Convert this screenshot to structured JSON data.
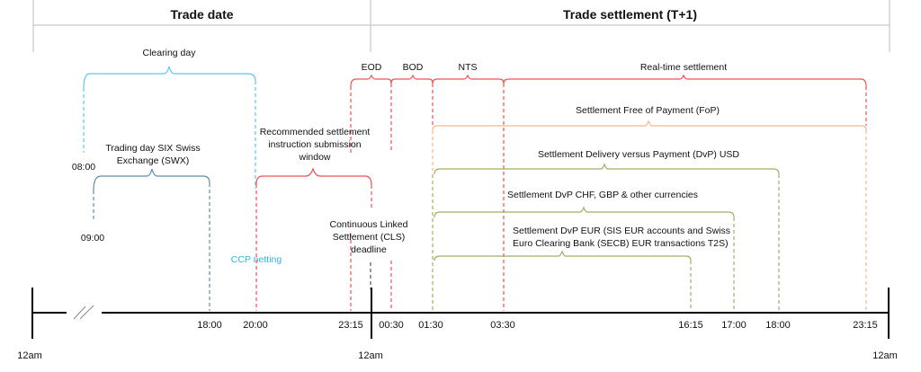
{
  "headers": {
    "trade_date": "Trade date",
    "trade_settlement": "Trade settlement (T+1)"
  },
  "colors": {
    "clearing": "#5bc8ec",
    "swx": "#5b8fa0",
    "red": "#f05050",
    "fop": "#f8b88a",
    "dvp": "#a0b060",
    "axis": "#000000",
    "grid": "#c8c8c8"
  },
  "periods": {
    "clearing_day": {
      "label": "Clearing day",
      "start": "08:00"
    },
    "trading_day": {
      "label_1": "Trading day SIX Swiss",
      "label_2": "Exchange (SWX)",
      "start": "09:00",
      "end": "18:00"
    },
    "recommended_window": {
      "label_1": "Recommended settlement",
      "label_2": "instruction submission",
      "label_3": "window",
      "start": "20:00",
      "end": "23:15"
    },
    "eod": {
      "label": "EOD"
    },
    "bod": {
      "label": "BOD"
    },
    "nts": {
      "label": "NTS"
    },
    "real_time": {
      "label": "Real-time settlement"
    },
    "fop": {
      "label": "Settlement Free of Payment (FoP)"
    },
    "dvp_usd": {
      "label": "Settlement Delivery versus Payment (DvP) USD"
    },
    "dvp_chf": {
      "label": "Settlement DvP CHF, GBP & other currencies"
    },
    "dvp_eur": {
      "label_1": "Settlement DvP EUR (SIS EUR accounts and Swiss",
      "label_2": "Euro Clearing Bank (SECB) EUR transactions T2S)"
    }
  },
  "events": {
    "ccp_netting": "CCP netting",
    "cls_1": "Continuous Linked",
    "cls_2": "Settlement (CLS)",
    "cls_3": "deadline"
  },
  "axis_ticks": {
    "t1800a": "18:00",
    "t2000": "20:00",
    "t2315a": "23:15",
    "t0030": "00:30",
    "t0130": "01:30",
    "t0330": "03:30",
    "t1615": "16:15",
    "t1700": "17:00",
    "t1800b": "18:00",
    "t2315b": "23:15"
  },
  "axis_ends": {
    "left": "12am",
    "middle": "12am",
    "right": "12am"
  }
}
